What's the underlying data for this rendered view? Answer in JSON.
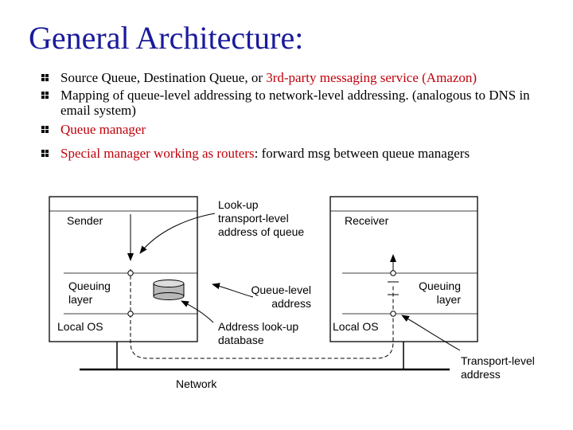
{
  "title": "General Architecture:",
  "bullets": [
    {
      "parts": [
        {
          "text": "Source Queue, Destination Queue, or ",
          "color": "black"
        },
        {
          "text": "3rd-party messaging service (Amazon)",
          "color": "red"
        }
      ]
    },
    {
      "parts": [
        {
          "text": "Mapping of queue-level addressing to  network-level addressing. (analogous to DNS in email system)",
          "color": "black"
        }
      ]
    },
    {
      "parts": [
        {
          "text": "Queue manager",
          "color": "red"
        }
      ]
    },
    {
      "parts": [
        {
          "text": "Special manager working as routers",
          "color": "red"
        },
        {
          "text": ": forward msg between queue managers",
          "color": "black"
        }
      ]
    }
  ],
  "bullet_icon": "diamond-bullet-icon",
  "colors": {
    "title": "#1a1a9c",
    "red": "#c0000a"
  },
  "diagram": {
    "sender_label": "Sender",
    "receiver_label": "Receiver",
    "queuing_layer_left": [
      "Queuing",
      "layer"
    ],
    "queuing_layer_right": [
      "Queuing",
      "layer"
    ],
    "local_os_left": "Local OS",
    "local_os_right": "Local OS",
    "lookup_annotation": [
      "Look-up",
      "transport-level",
      "address of queue"
    ],
    "queue_level_address": [
      "Queue-level",
      "address"
    ],
    "address_lookup_db": [
      "Address look-up",
      "database"
    ],
    "transport_level_address": [
      "Transport-level",
      "address"
    ],
    "network_label": "Network"
  }
}
